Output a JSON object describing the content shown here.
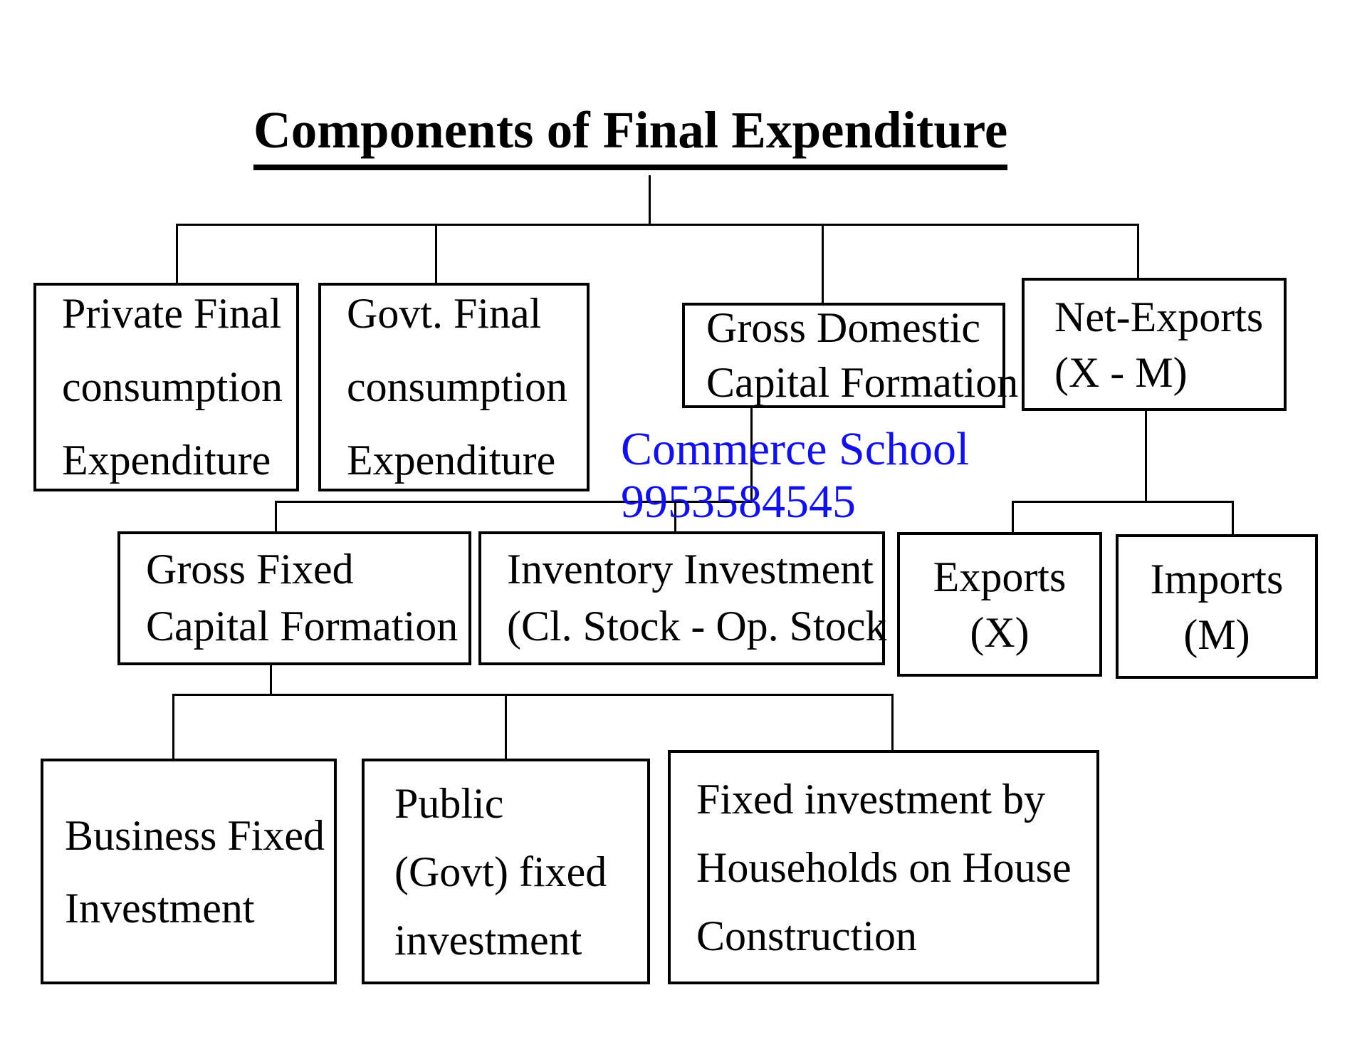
{
  "title": "Components of Final Expenditure",
  "watermark": {
    "line1": "Commerce School",
    "line2": "9953584545"
  },
  "colors": {
    "background": "#ffffff",
    "line": "#000000",
    "text": "#000000",
    "watermark_blue": "#1212e8"
  },
  "boxes": {
    "private_final": {
      "line1": "Private Final",
      "line2": "consumption",
      "line3": "Expenditure"
    },
    "govt_final": {
      "line1": "Govt. Final",
      "line2": "consumption",
      "line3": "Expenditure"
    },
    "gross_domestic": {
      "line1": "Gross Domestic",
      "line2": "Capital Formation"
    },
    "net_exports": {
      "line1": "Net-Exports",
      "line2": "(X - M)"
    },
    "gross_fixed": {
      "line1": "Gross Fixed",
      "line2": "Capital Formation"
    },
    "inventory": {
      "line1": "Inventory Investment",
      "line2": "(Cl. Stock - Op. Stock"
    },
    "exports": {
      "line1": "Exports",
      "line2": "(X)"
    },
    "imports": {
      "line1": "Imports",
      "line2": "(M)"
    },
    "business_fixed": {
      "line1": "Business Fixed",
      "line2": "Investment"
    },
    "public_fixed": {
      "line1": "Public",
      "line2": "(Govt) fixed",
      "line3": "investment"
    },
    "household_fixed": {
      "line1": "Fixed investment by",
      "line2": "Households on House",
      "line3": "Construction"
    }
  }
}
